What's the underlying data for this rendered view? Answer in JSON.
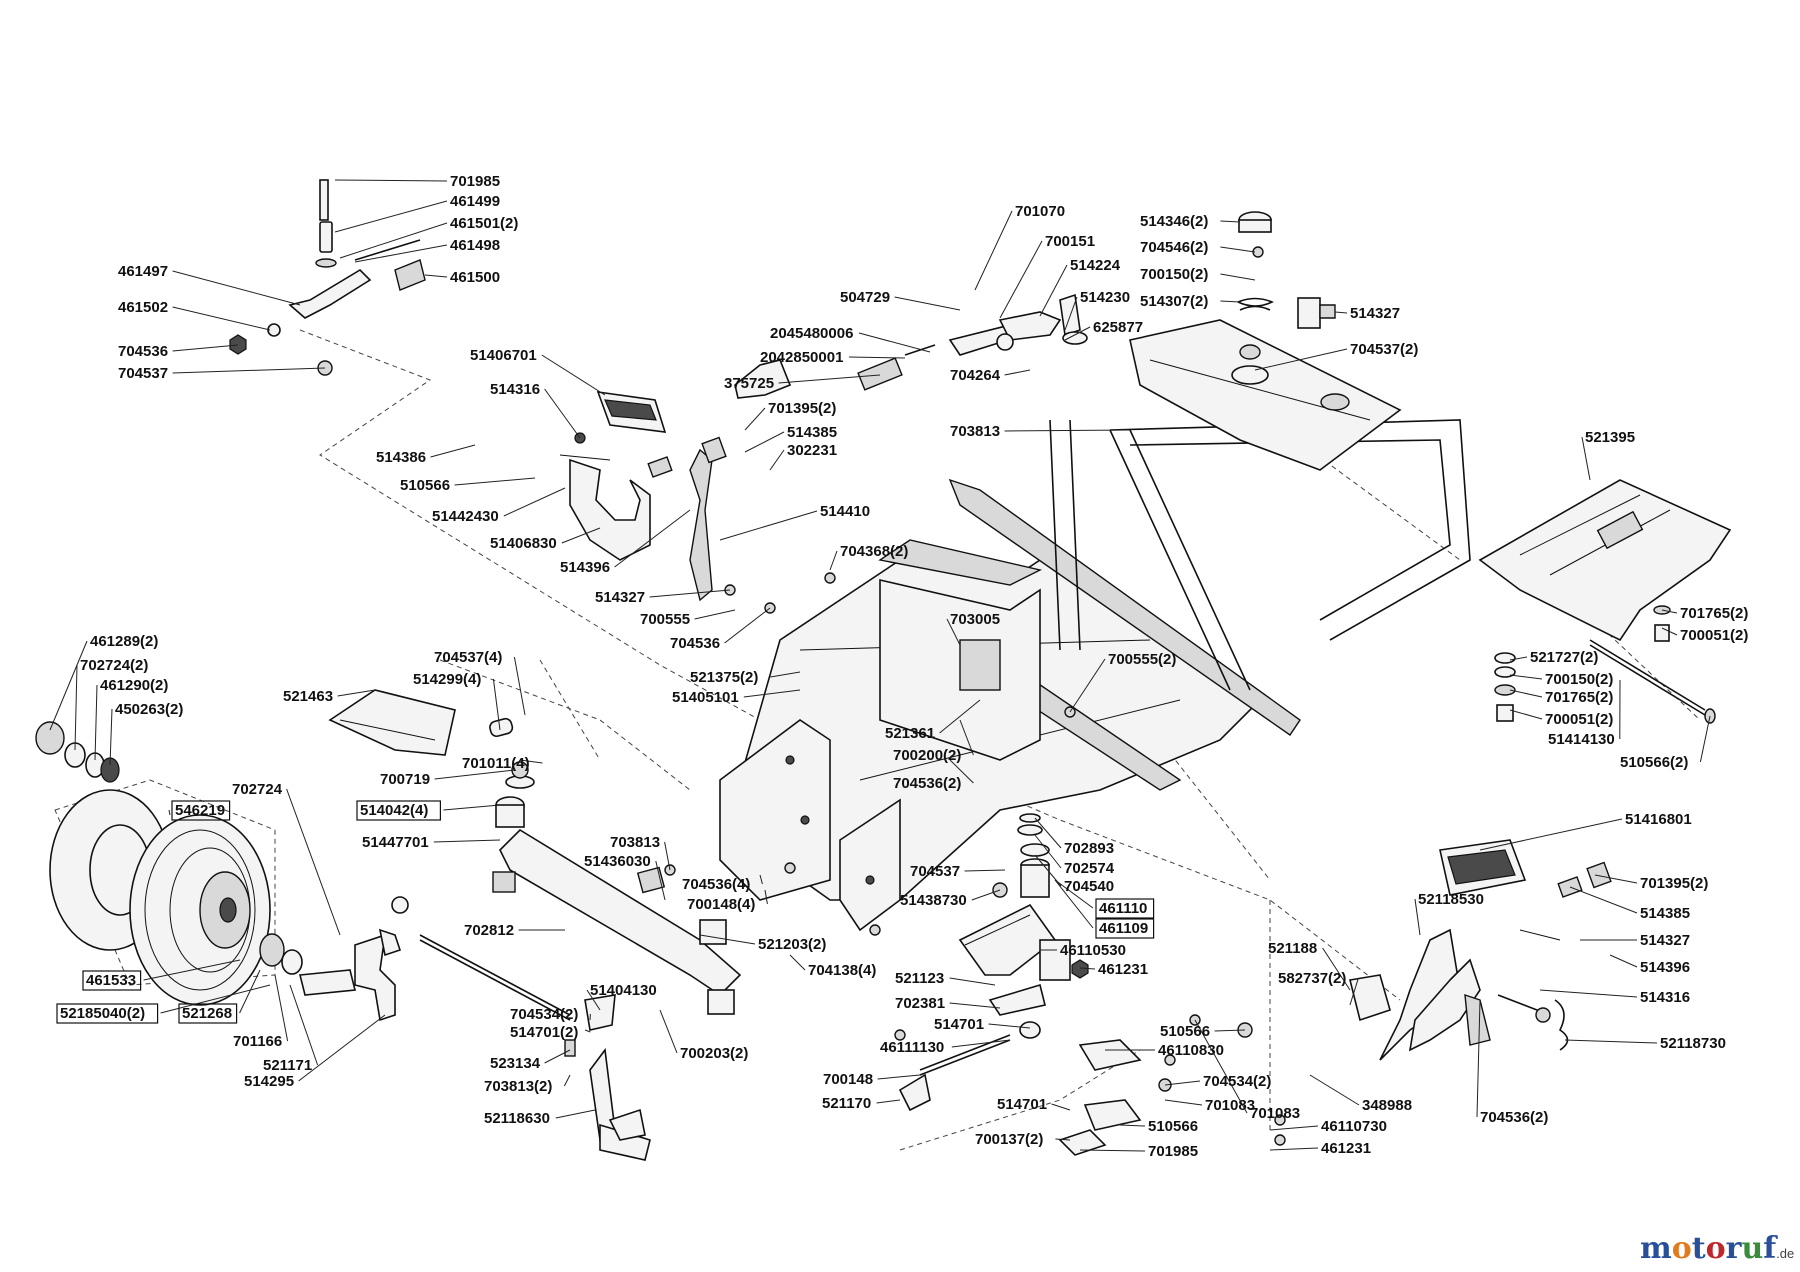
{
  "parts": [
    {
      "text": "701985",
      "boxed": false
    },
    {
      "text": "461499",
      "boxed": false
    },
    {
      "text": "461501(2)",
      "boxed": false
    },
    {
      "text": "461498",
      "boxed": false
    },
    {
      "text": "461497",
      "boxed": false
    },
    {
      "text": "461500",
      "boxed": false
    },
    {
      "text": "461502",
      "boxed": false
    },
    {
      "text": "704536",
      "boxed": false
    },
    {
      "text": "704537",
      "boxed": false
    },
    {
      "text": "701070",
      "boxed": false
    },
    {
      "text": "700151",
      "boxed": false
    },
    {
      "text": "514224",
      "boxed": false
    },
    {
      "text": "504729",
      "boxed": false
    },
    {
      "text": "514230",
      "boxed": false
    },
    {
      "text": "625877",
      "boxed": false
    },
    {
      "text": "2045480006",
      "boxed": false
    },
    {
      "text": "2042850001",
      "boxed": false
    },
    {
      "text": "704264",
      "boxed": false
    },
    {
      "text": "375725",
      "boxed": false
    },
    {
      "text": "514346(2)",
      "boxed": false
    },
    {
      "text": "704546(2)",
      "boxed": false
    },
    {
      "text": "700150(2)",
      "boxed": false
    },
    {
      "text": "514307(2)",
      "boxed": false
    },
    {
      "text": "514327",
      "boxed": false
    },
    {
      "text": "704537(2)",
      "boxed": false
    },
    {
      "text": "51406701",
      "boxed": false
    },
    {
      "text": "514316",
      "boxed": false
    },
    {
      "text": "701395(2)",
      "boxed": false
    },
    {
      "text": "514385",
      "boxed": false
    },
    {
      "text": "302231",
      "boxed": false
    },
    {
      "text": "703813",
      "boxed": false
    },
    {
      "text": "514386",
      "boxed": false
    },
    {
      "text": "510566",
      "boxed": false
    },
    {
      "text": "51442430",
      "boxed": false
    },
    {
      "text": "514410",
      "boxed": false
    },
    {
      "text": "51406830",
      "boxed": false
    },
    {
      "text": "514396",
      "boxed": false
    },
    {
      "text": "704368(2)",
      "boxed": false
    },
    {
      "text": "514327",
      "boxed": false
    },
    {
      "text": "700555",
      "boxed": false
    },
    {
      "text": "704536",
      "boxed": false
    },
    {
      "text": "521395",
      "boxed": false
    },
    {
      "text": "703005",
      "boxed": false
    },
    {
      "text": "521375(2)",
      "boxed": false
    },
    {
      "text": "51405101",
      "boxed": false
    },
    {
      "text": "700555(2)",
      "boxed": false
    },
    {
      "text": "701765(2)",
      "boxed": false
    },
    {
      "text": "700051(2)",
      "boxed": false
    },
    {
      "text": "521727(2)",
      "boxed": false
    },
    {
      "text": "700150(2)",
      "boxed": false
    },
    {
      "text": "701765(2)",
      "boxed": false
    },
    {
      "text": "700051(2)",
      "boxed": false
    },
    {
      "text": "51414130",
      "boxed": false
    },
    {
      "text": "510566(2)",
      "boxed": false
    },
    {
      "text": "461289(2)",
      "boxed": false
    },
    {
      "text": "702724(2)",
      "boxed": false
    },
    {
      "text": "461290(2)",
      "boxed": false
    },
    {
      "text": "450263(2)",
      "boxed": false
    },
    {
      "text": "704537(4)",
      "boxed": false
    },
    {
      "text": "514299(4)",
      "boxed": false
    },
    {
      "text": "521463",
      "boxed": false
    },
    {
      "text": "701011(4)",
      "boxed": false
    },
    {
      "text": "700719",
      "boxed": false
    },
    {
      "text": "521361",
      "boxed": false
    },
    {
      "text": "700200(2)",
      "boxed": false
    },
    {
      "text": "704536(2)",
      "boxed": false
    },
    {
      "text": "702724",
      "boxed": false
    },
    {
      "text": "546219",
      "boxed": true
    },
    {
      "text": "514042(4)",
      "boxed": true
    },
    {
      "text": "51447701",
      "boxed": false
    },
    {
      "text": "703813",
      "boxed": false
    },
    {
      "text": "51436030",
      "boxed": false
    },
    {
      "text": "704536(4)",
      "boxed": false
    },
    {
      "text": "700148(4)",
      "boxed": false
    },
    {
      "text": "702893",
      "boxed": false
    },
    {
      "text": "702574",
      "boxed": false
    },
    {
      "text": "704537",
      "boxed": false
    },
    {
      "text": "704540",
      "boxed": false
    },
    {
      "text": "51438730",
      "boxed": false
    },
    {
      "text": "461110",
      "boxed": true
    },
    {
      "text": "461109",
      "boxed": true
    },
    {
      "text": "51416801",
      "boxed": false
    },
    {
      "text": "701395(2)",
      "boxed": false
    },
    {
      "text": "52118530",
      "boxed": false
    },
    {
      "text": "514385",
      "boxed": false
    },
    {
      "text": "702812",
      "boxed": false
    },
    {
      "text": "521203(2)",
      "boxed": false
    },
    {
      "text": "704138(4)",
      "boxed": false
    },
    {
      "text": "46110530",
      "boxed": false
    },
    {
      "text": "514327",
      "boxed": false
    },
    {
      "text": "514396",
      "boxed": false
    },
    {
      "text": "514316",
      "boxed": false
    },
    {
      "text": "521188",
      "boxed": false
    },
    {
      "text": "461533",
      "boxed": true
    },
    {
      "text": "52185040(2)",
      "boxed": true
    },
    {
      "text": "521268",
      "boxed": true
    },
    {
      "text": "701166",
      "boxed": false
    },
    {
      "text": "521171",
      "boxed": false
    },
    {
      "text": "51404130",
      "boxed": false
    },
    {
      "text": "704534(2)",
      "boxed": false
    },
    {
      "text": "514701(2)",
      "boxed": false
    },
    {
      "text": "521123",
      "boxed": false
    },
    {
      "text": "461231",
      "boxed": false
    },
    {
      "text": "702381",
      "boxed": false
    },
    {
      "text": "514701",
      "boxed": false
    },
    {
      "text": "582737(2)",
      "boxed": false
    },
    {
      "text": "700203(2)",
      "boxed": false
    },
    {
      "text": "523134",
      "boxed": false
    },
    {
      "text": "46111130",
      "boxed": false
    },
    {
      "text": "510566",
      "boxed": false
    },
    {
      "text": "46110830",
      "boxed": false
    },
    {
      "text": "52118730",
      "boxed": false
    },
    {
      "text": "514295",
      "boxed": false
    },
    {
      "text": "703813(2)",
      "boxed": false
    },
    {
      "text": "700148",
      "boxed": false
    },
    {
      "text": "704534(2)",
      "boxed": false
    },
    {
      "text": "348988",
      "boxed": false
    },
    {
      "text": "52118630",
      "boxed": false
    },
    {
      "text": "521170",
      "boxed": false
    },
    {
      "text": "514701",
      "boxed": false
    },
    {
      "text": "701083",
      "boxed": false
    },
    {
      "text": "701083",
      "boxed": false
    },
    {
      "text": "510566",
      "boxed": false
    },
    {
      "text": "46110730",
      "boxed": false
    },
    {
      "text": "700137(2)",
      "boxed": false
    },
    {
      "text": "701985",
      "boxed": false
    },
    {
      "text": "461231",
      "boxed": false
    },
    {
      "text": "704536(2)",
      "boxed": false
    },
    {
      "text": "51442430",
      "boxed": false
    }
  ],
  "watermark": {
    "brand_m": "m",
    "brand_o1": "o",
    "brand_t": "t",
    "brand_o2": "o",
    "brand_r": "r",
    "brand_u": "u",
    "brand_f": "f",
    "tld": ".de"
  },
  "colors": {
    "ink": "#111111",
    "background": "#ffffff",
    "wm_blue": "#2a4f9a",
    "wm_orange": "#e37a1e",
    "wm_red": "#c0272d",
    "wm_green": "#3b8c3a"
  }
}
